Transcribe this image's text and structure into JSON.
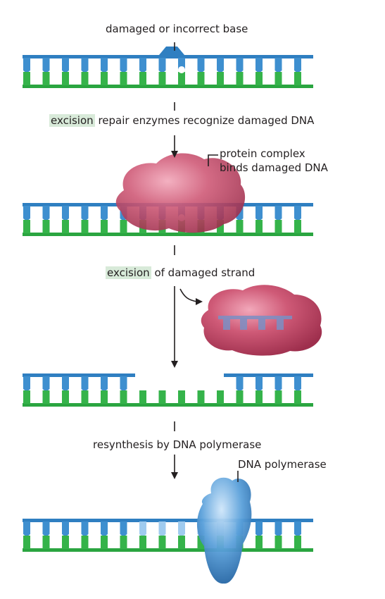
{
  "labels": {
    "damaged_base": "damaged or incorrect base",
    "step1_highlight": "excision",
    "step1_rest": "repair enzymes recognize damaged DNA",
    "protein_line1": "protein complex",
    "protein_line2": "binds damaged DNA",
    "step2_highlight": "excision",
    "step2_rest": "of damaged strand",
    "step3": "resynthesis by DNA polymerase",
    "polymerase": "DNA polymerase"
  },
  "colors": {
    "top_strand": "#2f7fc1",
    "top_teeth": "#3e8fcf",
    "bottom_strand": "#2aa540",
    "bottom_teeth": "#35b34a",
    "protein": "#c64d6b",
    "protein_light": "#e88ca3",
    "polymerase": "#3a86c8",
    "polymerase_light": "#9fcbef",
    "highlight": "#d8ead9",
    "text": "#231f20"
  }
}
